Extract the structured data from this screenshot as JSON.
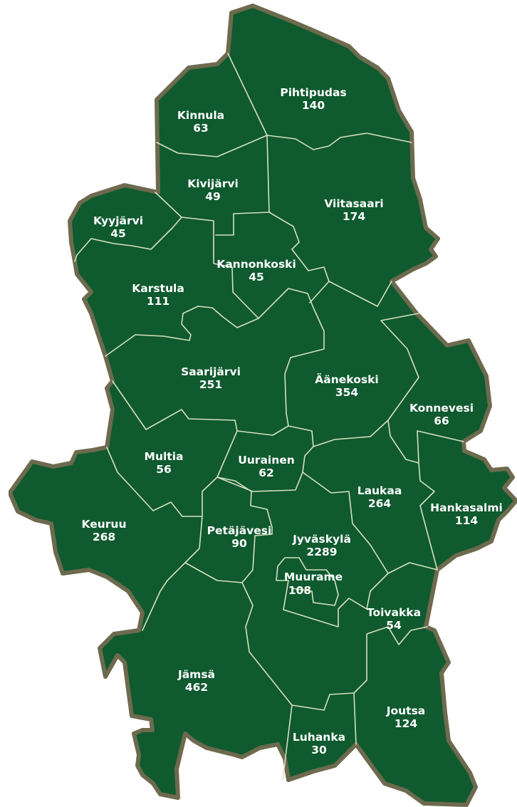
{
  "map": {
    "fill_color": "#0f5a2f",
    "outline_color": "#6d6a4e",
    "border_color": "#d8e0bf",
    "label_color": "#ffffff"
  },
  "municipalities": [
    {
      "name": "Pihtipudas",
      "value": "140"
    },
    {
      "name": "Kinnula",
      "value": "63"
    },
    {
      "name": "Kivijärvi",
      "value": "49"
    },
    {
      "name": "Viitasaari",
      "value": "174"
    },
    {
      "name": "Kyyjärvi",
      "value": "45"
    },
    {
      "name": "Kannonkoski",
      "value": "45"
    },
    {
      "name": "Karstula",
      "value": "111"
    },
    {
      "name": "Saarijärvi",
      "value": "251"
    },
    {
      "name": "Äänekoski",
      "value": "354"
    },
    {
      "name": "Konnevesi",
      "value": "66"
    },
    {
      "name": "Multia",
      "value": "56"
    },
    {
      "name": "Uurainen",
      "value": "62"
    },
    {
      "name": "Laukaa",
      "value": "264"
    },
    {
      "name": "Hankasalmi",
      "value": "114"
    },
    {
      "name": "Keuruu",
      "value": "268"
    },
    {
      "name": "Petäjävesi",
      "value": "90"
    },
    {
      "name": "Jyväskylä",
      "value": "2289"
    },
    {
      "name": "Muurame",
      "value": "108"
    },
    {
      "name": "Toivakka",
      "value": "54"
    },
    {
      "name": "Jämsä",
      "value": "462"
    },
    {
      "name": "Joutsa",
      "value": "124"
    },
    {
      "name": "Luhanka",
      "value": "30"
    }
  ]
}
